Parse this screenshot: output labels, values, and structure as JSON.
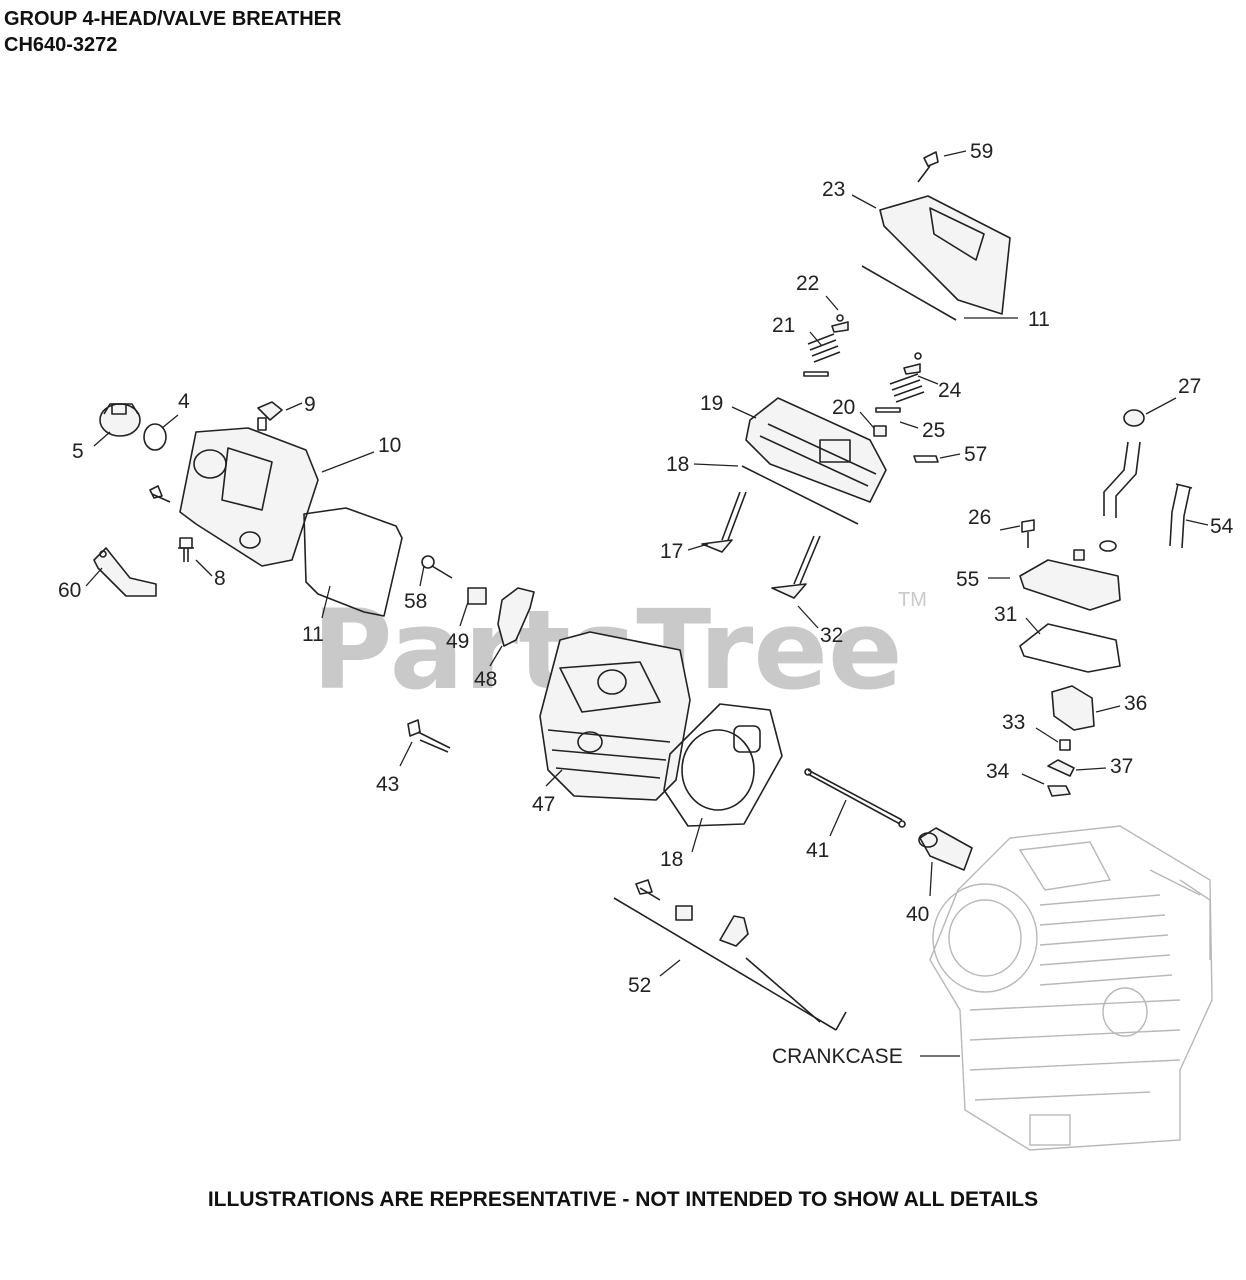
{
  "header": {
    "title": "GROUP 4-HEAD/VALVE BREATHER",
    "model": "CH640-3272"
  },
  "footer": {
    "note": "ILLUSTRATIONS ARE REPRESENTATIVE - NOT INTENDED TO SHOW ALL DETAILS"
  },
  "watermark": {
    "brand": "PartsTree",
    "tm": "TM"
  },
  "callouts": {
    "c4": "4",
    "c5": "5",
    "c8": "8",
    "c9": "9",
    "c10": "10",
    "c11a": "11",
    "c11b": "11",
    "c17": "17",
    "c18a": "18",
    "c18b": "18",
    "c19": "19",
    "c20": "20",
    "c21": "21",
    "c22": "22",
    "c23": "23",
    "c24": "24",
    "c25": "25",
    "c26": "26",
    "c27": "27",
    "c31": "31",
    "c32": "32",
    "c33": "33",
    "c34": "34",
    "c36": "36",
    "c37": "37",
    "c40": "40",
    "c41": "41",
    "c43": "43",
    "c47": "47",
    "c48": "48",
    "c49": "49",
    "c52": "52",
    "c54": "54",
    "c55": "55",
    "c57": "57",
    "c58": "58",
    "c59": "59",
    "c60": "60",
    "crankcase": "CRANKCASE"
  }
}
